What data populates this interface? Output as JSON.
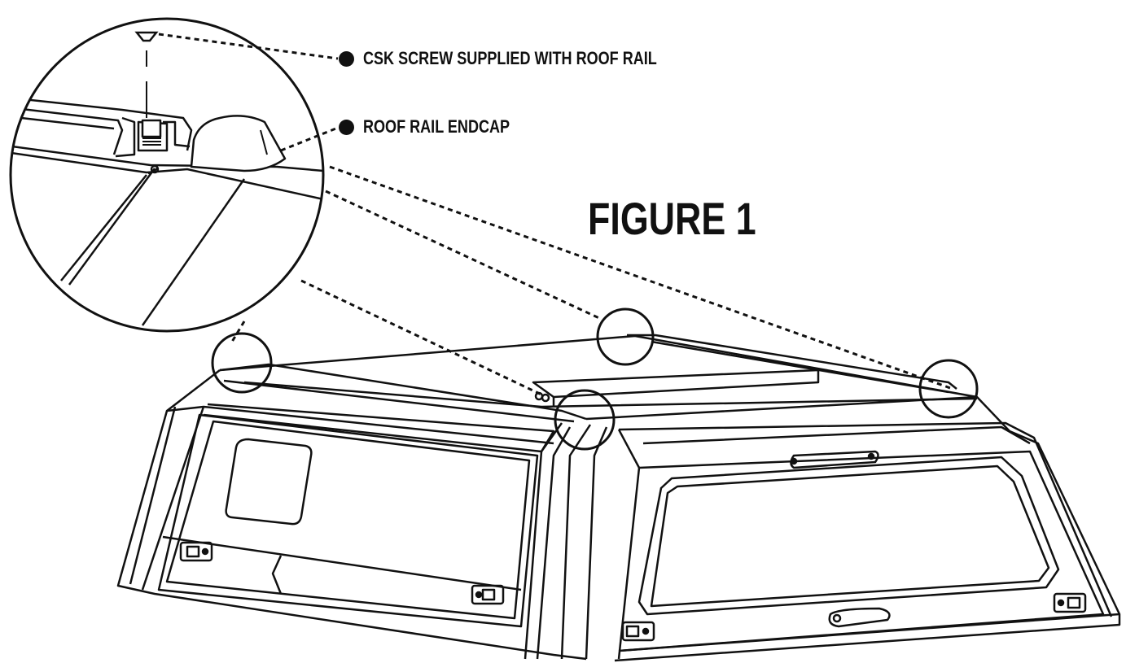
{
  "figure": {
    "title": "FIGURE 1"
  },
  "callouts": [
    {
      "label": "CSK SCREW SUPPLIED WITH ROOF RAIL"
    },
    {
      "label": "ROOF RAIL ENDCAP"
    }
  ],
  "colors": {
    "line": "#111111",
    "background": "#ffffff"
  }
}
